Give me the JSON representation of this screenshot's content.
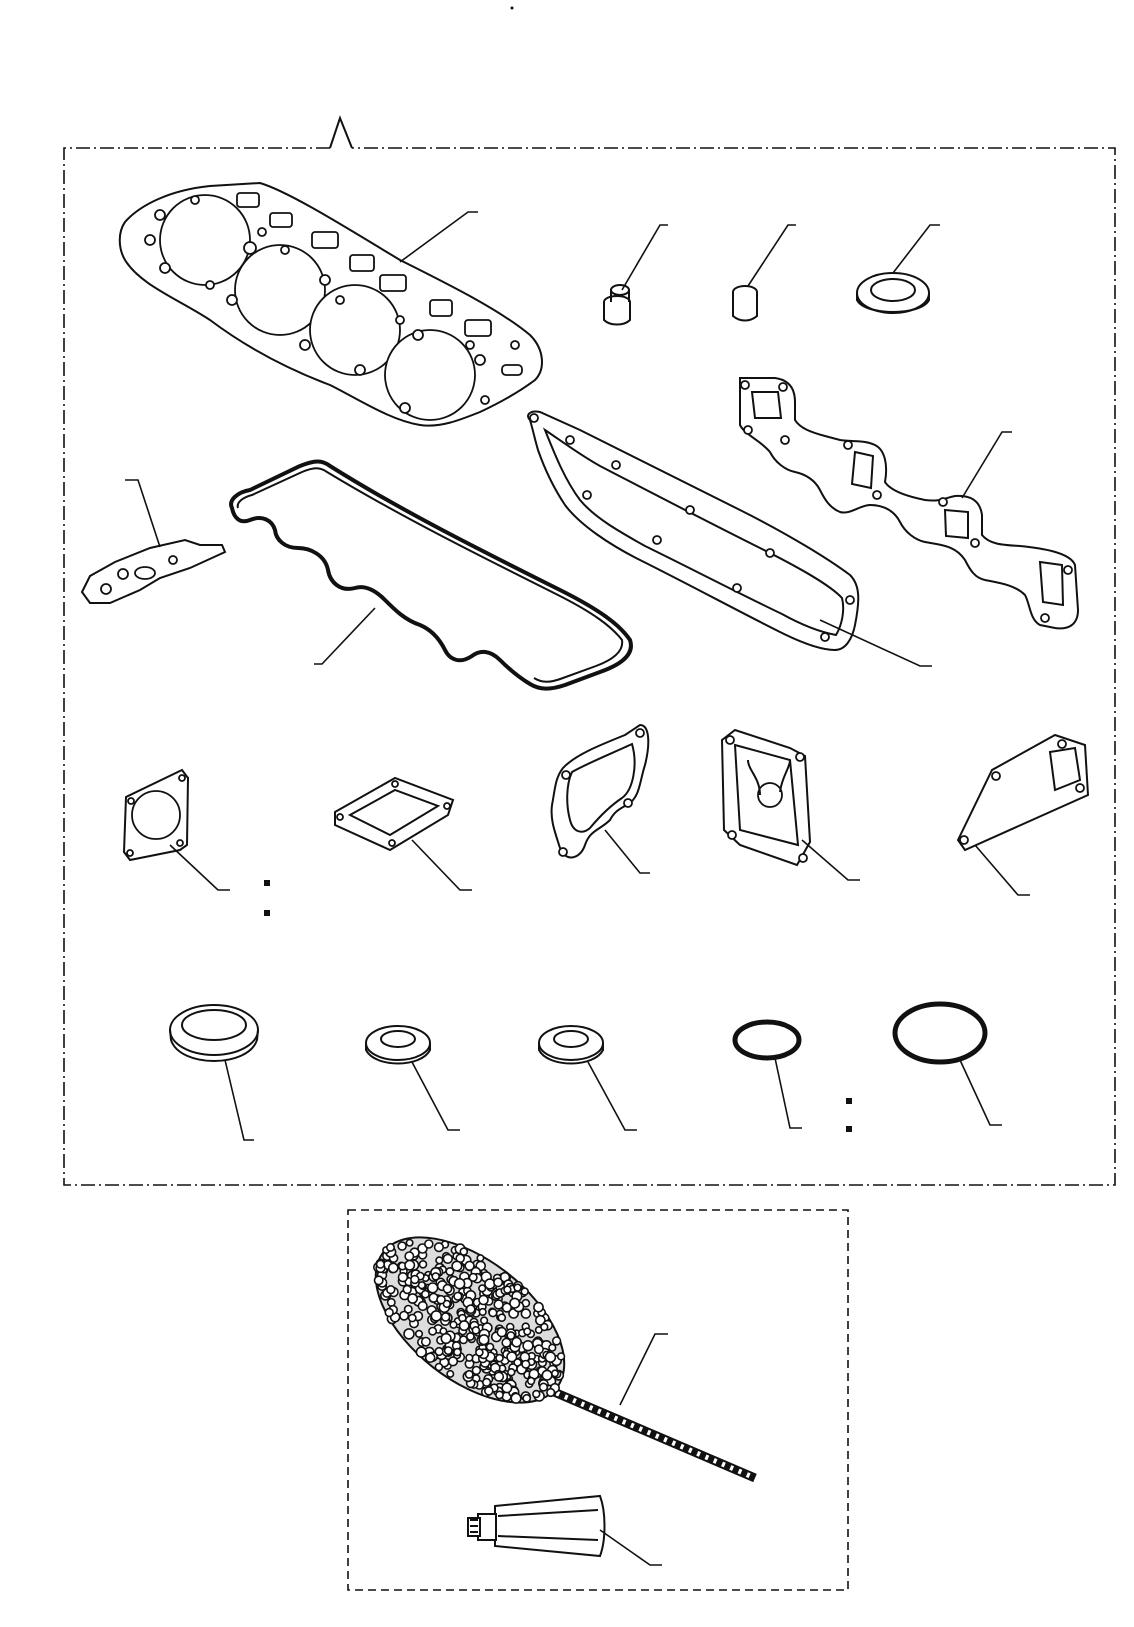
{
  "diagram": {
    "kit_frame": "gasket-kit",
    "tool_frame": "hone-kit",
    "parts": [
      {
        "name": "cylinder-head-gasket"
      },
      {
        "name": "valve-stem-seal"
      },
      {
        "name": "bushing"
      },
      {
        "name": "washer"
      },
      {
        "name": "small-plate-gasket"
      },
      {
        "name": "rocker-cover-gasket"
      },
      {
        "name": "intake-manifold-gasket"
      },
      {
        "name": "exhaust-manifold-gasket"
      },
      {
        "name": "flange-gasket-round"
      },
      {
        "name": "flange-gasket-square"
      },
      {
        "name": "water-pump-gasket"
      },
      {
        "name": "cover-gasket"
      },
      {
        "name": "plate-gasket"
      },
      {
        "name": "sealing-washer-large"
      },
      {
        "name": "sealing-washer-medium"
      },
      {
        "name": "sealing-washer-small"
      },
      {
        "name": "o-ring-small"
      },
      {
        "name": "o-ring-large"
      },
      {
        "name": "cylinder-hone-brush"
      },
      {
        "name": "lubricant-tube"
      }
    ]
  }
}
